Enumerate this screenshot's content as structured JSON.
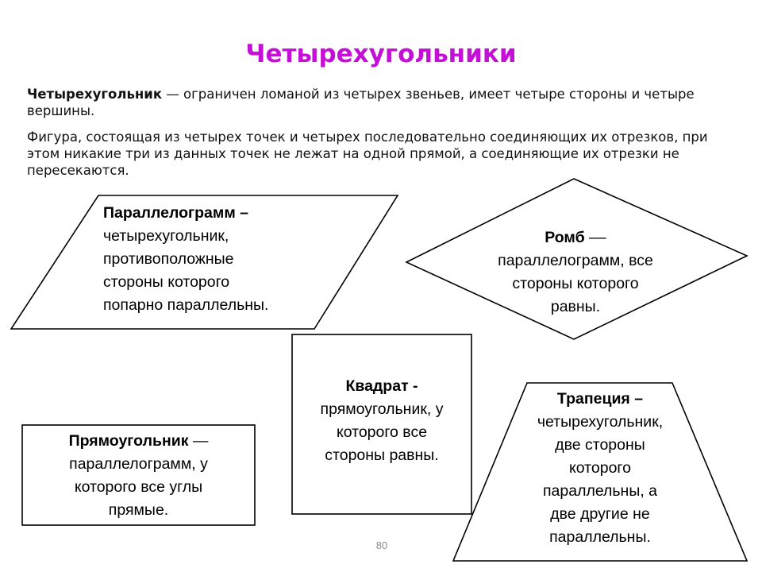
{
  "title": "Четырехугольники",
  "intro": {
    "p1_term": "Четырехугольник",
    "p1_rest": " — ограничен ломаной из четырех звеньев, имеет четыре стороны и четыре вершины.",
    "p2": "Фигура, состоящая из четырех точек и четырех последовательно соединяющих их отрезков, при этом никакие три из данных точек не лежат на одной прямой, а соединяющие их отрезки не пересекаются."
  },
  "shapes": {
    "parallelogram": {
      "term": "Параллелограмм –",
      "text": [
        "четырехугольник,",
        "противоположные",
        "стороны которого",
        "попарно параллельны."
      ]
    },
    "rhombus": {
      "term": "Ромб",
      "dash": " ––",
      "text": [
        "параллелограмм, все",
        "стороны которого",
        "равны."
      ]
    },
    "square": {
      "term": "Квадрат -",
      "text": [
        "прямоугольник, у",
        "которого все",
        "стороны равны."
      ]
    },
    "rectangle": {
      "term": "Прямоугольник",
      "dash": " —",
      "text": [
        "параллелограмм, у",
        "которого все углы",
        "прямые."
      ]
    },
    "trapezoid": {
      "term": "Трапеция –",
      "text": [
        "четырехугольник,",
        "две стороны",
        "которого",
        "параллельны, а",
        "две другие не",
        "параллельны."
      ]
    }
  },
  "page_number": "80",
  "colors": {
    "title": "#c40fd6",
    "stroke": "#000000"
  }
}
